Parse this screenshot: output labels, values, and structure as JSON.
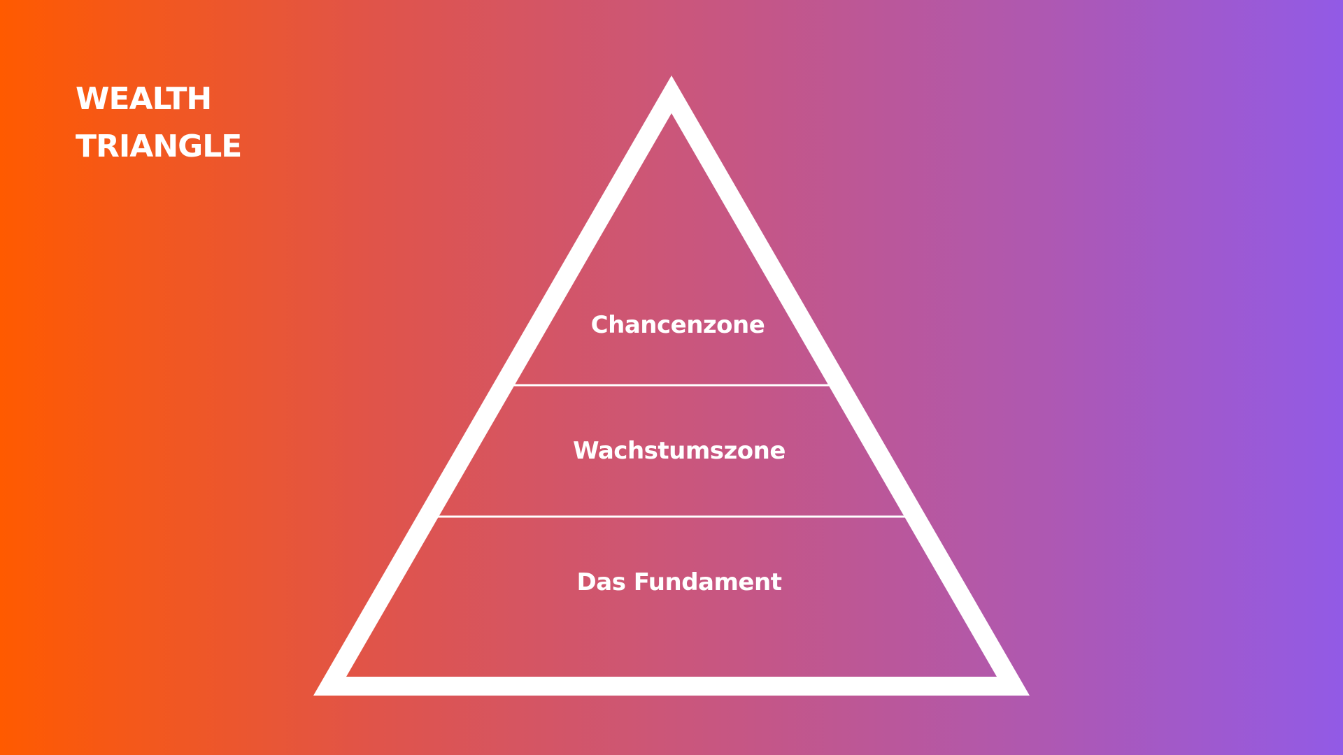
{
  "title": {
    "line1": "WEALTH",
    "line2": "TRIANGLE"
  },
  "pyramid": {
    "zones": [
      {
        "label": "Chancenzone"
      },
      {
        "label": "Wachstumszone"
      },
      {
        "label": "Das Fundament"
      }
    ]
  },
  "colors": {
    "gradient_start": "#FF5A00",
    "gradient_end": "#925AE6",
    "stroke": "#FFFFFF",
    "text": "#FFFFFF"
  }
}
